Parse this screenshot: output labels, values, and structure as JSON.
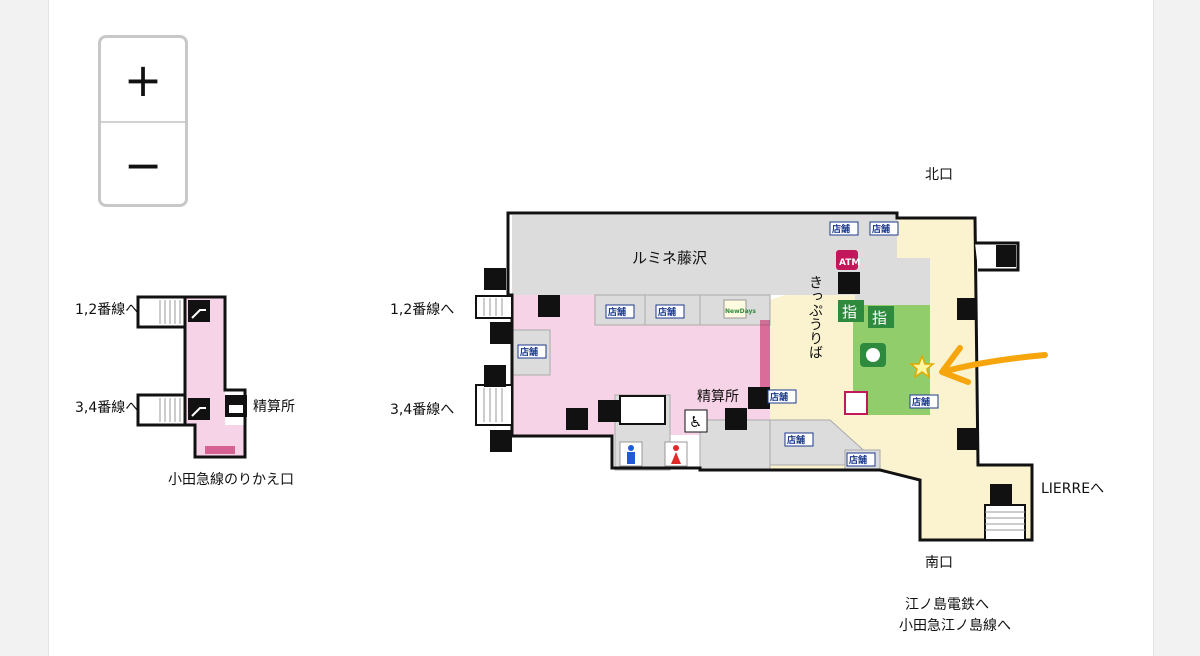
{
  "zoom": {
    "in_label": "+",
    "out_label": "−"
  },
  "left_area": {
    "label_12": "1,2番線へ",
    "label_34": "3,4番線へ",
    "seisan": "精算所",
    "transfer": "小田急線のりかえ口"
  },
  "main_area": {
    "label_12": "1,2番線へ",
    "label_34": "3,4番線へ",
    "lumine": "ルミネ藤沢",
    "seisan": "精算所",
    "kippu": "きっぷうりば",
    "north": "北口",
    "south": "南口",
    "lierre": "LIERREへ",
    "enoden": "江ノ島電鉄へ",
    "odakyu": "小田急江ノ島線へ",
    "atm": "ATM",
    "shitei": "指",
    "shop_label": "店舗",
    "newdays": "NewDays"
  },
  "colors": {
    "pink": "#f6d3e6",
    "cream": "#fbf3cf",
    "gray": "#d9d9d9",
    "green": "#92cd6b",
    "arrow": "#f6a60c",
    "shop_blue": "#1b3a8c"
  }
}
